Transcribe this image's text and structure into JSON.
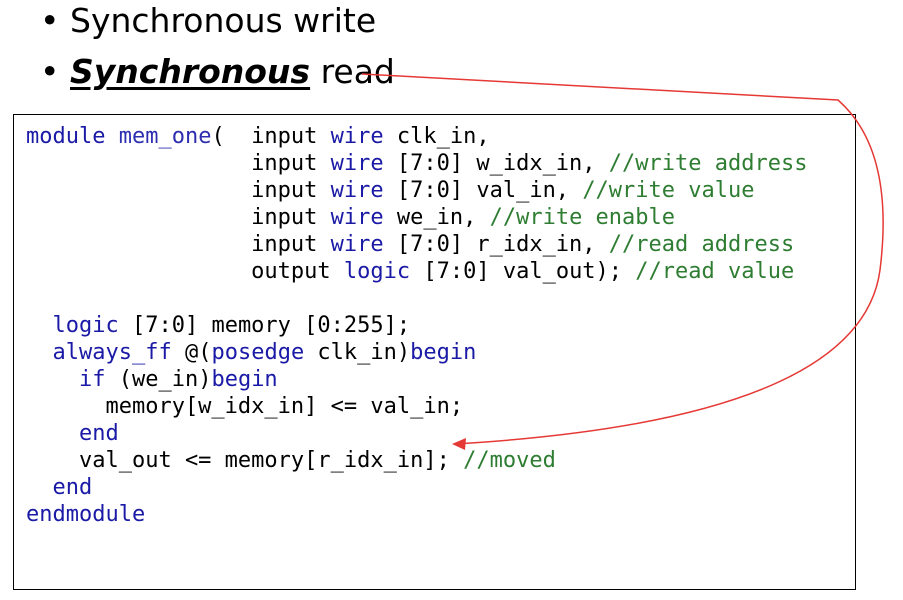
{
  "bullets": {
    "items": [
      {
        "bullet": "•",
        "plain": "Synchronous write",
        "emph": "",
        "suffix": ""
      },
      {
        "bullet": "•",
        "plain": "",
        "emph": "Synchronous",
        "suffix": " read"
      }
    ]
  },
  "code": {
    "lines": [
      [
        [
          "kw",
          "module"
        ],
        [
          "t",
          " "
        ],
        [
          "id",
          "mem_one"
        ],
        [
          "t",
          "(  input "
        ],
        [
          "kw",
          "wire"
        ],
        [
          "t",
          " clk_in,"
        ]
      ],
      [
        [
          "t",
          "                 input "
        ],
        [
          "kw",
          "wire"
        ],
        [
          "t",
          " [7:0] w_idx_in, "
        ],
        [
          "cm",
          "//write address"
        ]
      ],
      [
        [
          "t",
          "                 input "
        ],
        [
          "kw",
          "wire"
        ],
        [
          "t",
          " [7:0] val_in, "
        ],
        [
          "cm",
          "//write value"
        ]
      ],
      [
        [
          "t",
          "                 input "
        ],
        [
          "kw",
          "wire"
        ],
        [
          "t",
          " we_in, "
        ],
        [
          "cm",
          "//write enable"
        ]
      ],
      [
        [
          "t",
          "                 input "
        ],
        [
          "kw",
          "wire"
        ],
        [
          "t",
          " [7:0] r_idx_in, "
        ],
        [
          "cm",
          "//read address"
        ]
      ],
      [
        [
          "t",
          "                 output "
        ],
        [
          "kw",
          "logic"
        ],
        [
          "t",
          " [7:0] val_out); "
        ],
        [
          "cm",
          "//read value"
        ]
      ],
      [
        [
          "t",
          ""
        ]
      ],
      [
        [
          "t",
          "  "
        ],
        [
          "kw",
          "logic"
        ],
        [
          "t",
          " [7:0] memory [0:255];"
        ]
      ],
      [
        [
          "t",
          "  "
        ],
        [
          "kw",
          "always_ff"
        ],
        [
          "t",
          " @("
        ],
        [
          "kw",
          "posedge"
        ],
        [
          "t",
          " clk_in)"
        ],
        [
          "kw",
          "begin"
        ]
      ],
      [
        [
          "t",
          "    "
        ],
        [
          "kw",
          "if"
        ],
        [
          "t",
          " (we_in)"
        ],
        [
          "kw",
          "begin"
        ]
      ],
      [
        [
          "t",
          "      memory[w_idx_in] <= val_in;"
        ]
      ],
      [
        [
          "t",
          "    "
        ],
        [
          "kw",
          "end"
        ]
      ],
      [
        [
          "t",
          "    val_out <= memory[r_idx_in]; "
        ],
        [
          "cm",
          "//moved"
        ]
      ],
      [
        [
          "t",
          "  "
        ],
        [
          "kw",
          "end"
        ]
      ],
      [
        [
          "kw",
          "endmodule"
        ]
      ]
    ]
  },
  "colors": {
    "keyword": "#1a1aa6",
    "comment": "#2e7d32",
    "arrow": "#e53935"
  },
  "icons": {
    "arrow": "curved-arrow-icon"
  }
}
